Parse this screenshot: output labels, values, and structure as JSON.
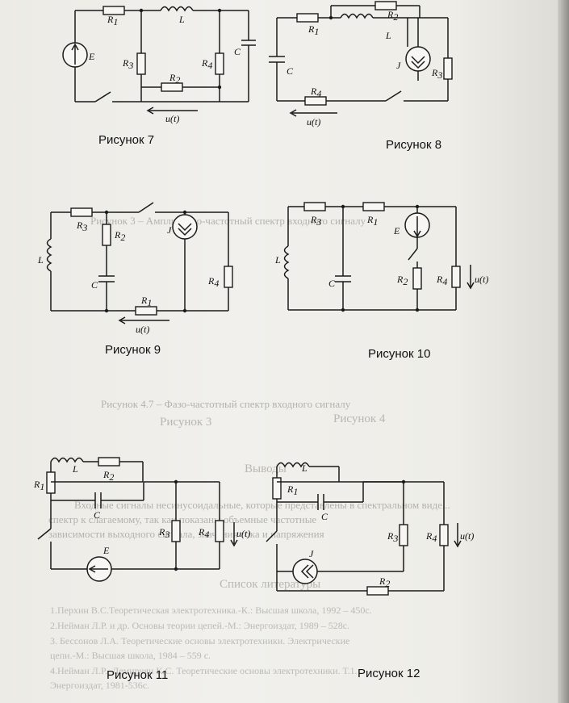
{
  "captions": {
    "fig7": "Рисунок 7",
    "fig8": "Рисунок 8",
    "fig9": "Рисунок 9",
    "fig10": "Рисунок 10",
    "fig11": "Рисунок 11",
    "fig12": "Рисунок 12"
  },
  "symbols": {
    "E": "E",
    "J": "J",
    "L": "L",
    "C": "C",
    "R": "R",
    "s1": "1",
    "s2": "2",
    "s3": "3",
    "s4": "4",
    "ut": "u(t)"
  },
  "ghost_text": {
    "line1": "Рисунок 3 – Амплитудно-частотный спектр входного сигналу",
    "line2": "Рисунок 4.7 – Фазо-частотный спектр входного сигналу",
    "fig_l": "Рисунок 3",
    "fig_r": "Рисунок 4",
    "heading1": "Выводы",
    "para1": "Входные сигналы несинусоидальные, которые представлены в спектральном виде...",
    "para2": "спектр к слагаемому, так как показаны объемные частотные",
    "para3": "зависимости выходного сигнала, значения тока и напряжения",
    "heading2": "Список литературы",
    "ref1": "1.Перхин В.С.Теоретическая электротехника.-К.: Высшая школа, 1992 – 450с.",
    "ref2": "2.Нейман Л.Р. и др. Основы теории цепей.-М.: Энергоиздат, 1989 – 528с.",
    "ref3": "3. Бессонов Л.А. Теоретические основы электротехники. Электрические",
    "ref3b": "цепи.-М.: Высшая школа, 1984 – 559 с.",
    "ref4": "4.Нейман Л.Р., Демирчян К.С. Теоретические основы электротехники. Т.1.",
    "ref4b": "Энергоиздат, 1981-536с."
  }
}
